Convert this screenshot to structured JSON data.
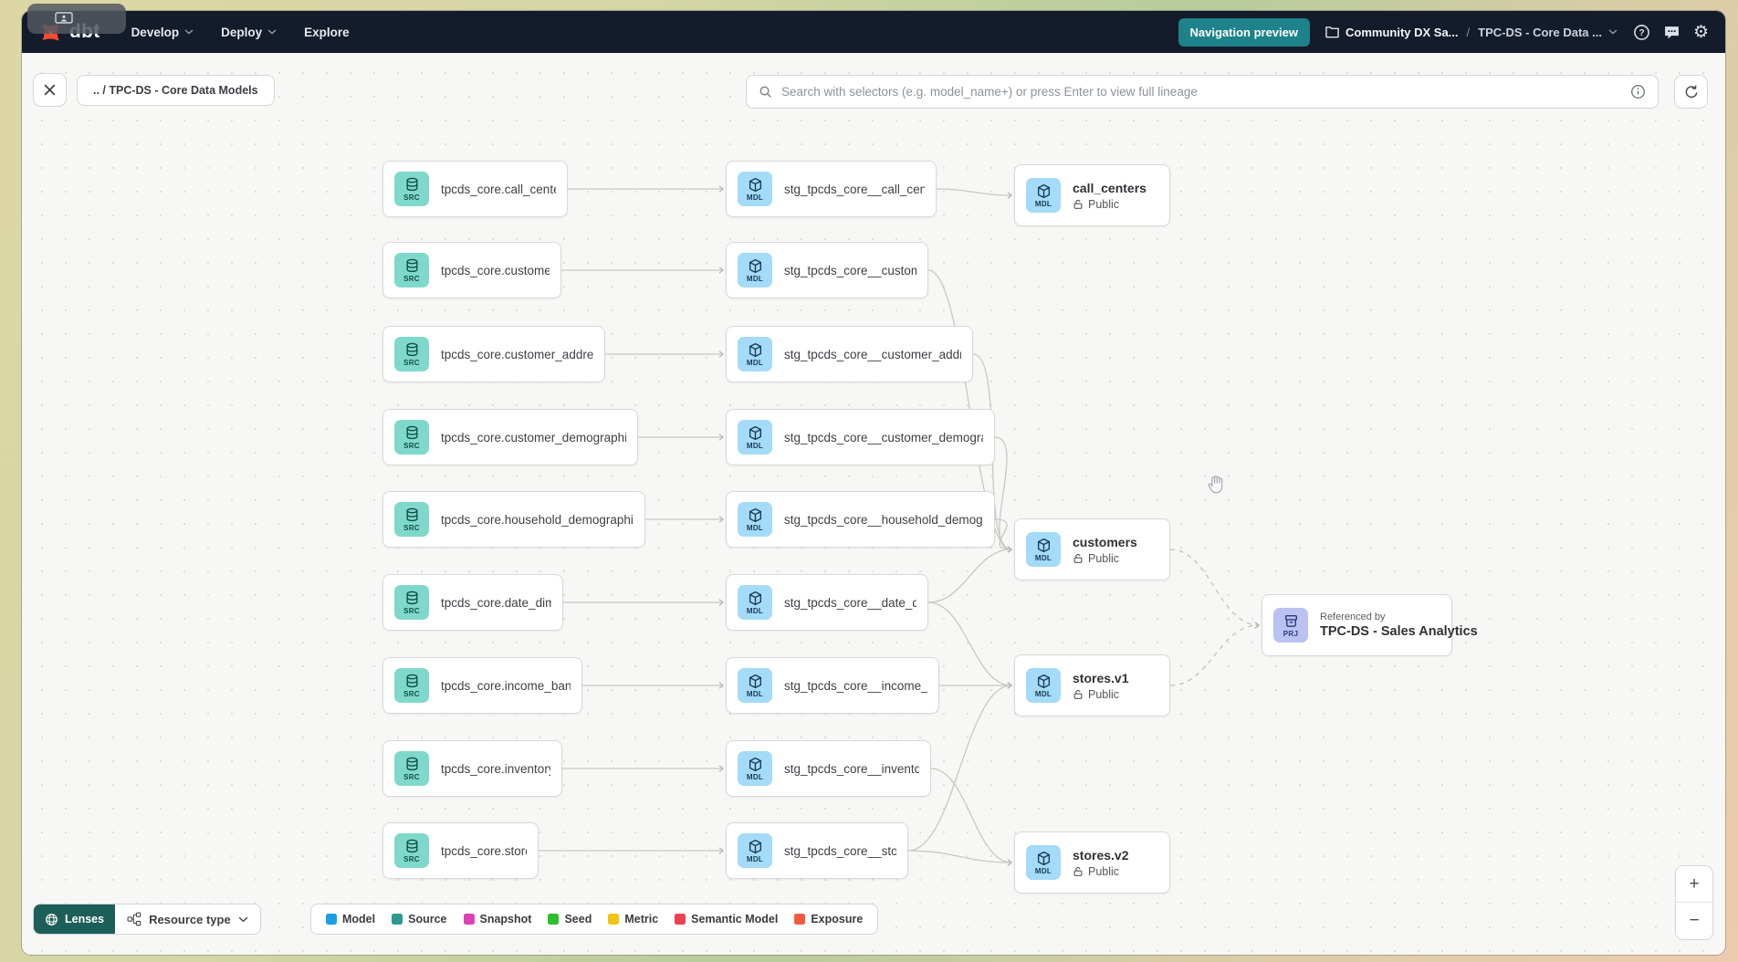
{
  "navbar": {
    "brand": "dbt",
    "menus": [
      {
        "label": "Develop",
        "chevron": true
      },
      {
        "label": "Deploy",
        "chevron": true
      },
      {
        "label": "Explore",
        "chevron": false
      }
    ],
    "preview_button": "Navigation preview",
    "breadcrumb": {
      "account": "Community DX Sa...",
      "separator": "/",
      "project": "TPC-DS - Core Data ..."
    }
  },
  "toolbar": {
    "path_chip": ".. / TPC-DS - Core Data Models",
    "search_placeholder": "Search with selectors (e.g. model_name+) or press Enter to view full lineage"
  },
  "graph": {
    "badges": {
      "source": "SRC",
      "model": "MDL",
      "project": "PRJ"
    },
    "nodes": [
      {
        "id": "src-0",
        "kind": "source",
        "label": "tpcds_core.call_center"
      },
      {
        "id": "src-1",
        "kind": "source",
        "label": "tpcds_core.customer"
      },
      {
        "id": "src-2",
        "kind": "source",
        "label": "tpcds_core.customer_address"
      },
      {
        "id": "src-3",
        "kind": "source",
        "label": "tpcds_core.customer_demographics"
      },
      {
        "id": "src-4",
        "kind": "source",
        "label": "tpcds_core.household_demographics"
      },
      {
        "id": "src-5",
        "kind": "source",
        "label": "tpcds_core.date_dim"
      },
      {
        "id": "src-6",
        "kind": "source",
        "label": "tpcds_core.income_band"
      },
      {
        "id": "src-7",
        "kind": "source",
        "label": "tpcds_core.inventory"
      },
      {
        "id": "src-8",
        "kind": "source",
        "label": "tpcds_core.store"
      },
      {
        "id": "stg-0",
        "kind": "model",
        "label": "stg_tpcds_core__call_center"
      },
      {
        "id": "stg-1",
        "kind": "model",
        "label": "stg_tpcds_core__customer"
      },
      {
        "id": "stg-2",
        "kind": "model",
        "label": "stg_tpcds_core__customer_address"
      },
      {
        "id": "stg-3",
        "kind": "model",
        "label": "stg_tpcds_core__customer_demogra..."
      },
      {
        "id": "stg-4",
        "kind": "model",
        "label": "stg_tpcds_core__household_demogr..."
      },
      {
        "id": "stg-5",
        "kind": "model",
        "label": "stg_tpcds_core__date_dim"
      },
      {
        "id": "stg-6",
        "kind": "model",
        "label": "stg_tpcds_core__income_band"
      },
      {
        "id": "stg-7",
        "kind": "model",
        "label": "stg_tpcds_core__inventory"
      },
      {
        "id": "stg-8",
        "kind": "model",
        "label": "stg_tpcds_core__store"
      },
      {
        "id": "pub-0",
        "kind": "model-public",
        "label": "call_centers",
        "sublabel": "Public"
      },
      {
        "id": "pub-1",
        "kind": "model-public",
        "label": "customers",
        "sublabel": "Public"
      },
      {
        "id": "pub-2",
        "kind": "model-public",
        "label": "stores.v1",
        "sublabel": "Public"
      },
      {
        "id": "pub-3",
        "kind": "model-public",
        "label": "stores.v2",
        "sublabel": "Public"
      },
      {
        "id": "prj-0",
        "kind": "project",
        "caption": "Referenced by",
        "label": "TPC-DS - Sales Analytics"
      }
    ],
    "edges": [
      {
        "from": "src-0",
        "to": "stg-0",
        "style": "solid"
      },
      {
        "from": "src-1",
        "to": "stg-1",
        "style": "solid"
      },
      {
        "from": "src-2",
        "to": "stg-2",
        "style": "solid"
      },
      {
        "from": "src-3",
        "to": "stg-3",
        "style": "solid"
      },
      {
        "from": "src-4",
        "to": "stg-4",
        "style": "solid"
      },
      {
        "from": "src-5",
        "to": "stg-5",
        "style": "solid"
      },
      {
        "from": "src-6",
        "to": "stg-6",
        "style": "solid"
      },
      {
        "from": "src-7",
        "to": "stg-7",
        "style": "solid"
      },
      {
        "from": "src-8",
        "to": "stg-8",
        "style": "solid"
      },
      {
        "from": "stg-0",
        "to": "pub-0",
        "style": "solid"
      },
      {
        "from": "stg-1",
        "to": "pub-1",
        "style": "solid"
      },
      {
        "from": "stg-2",
        "to": "pub-1",
        "style": "solid"
      },
      {
        "from": "stg-3",
        "to": "pub-1",
        "style": "solid"
      },
      {
        "from": "stg-4",
        "to": "pub-1",
        "style": "solid"
      },
      {
        "from": "stg-5",
        "to": "pub-1",
        "style": "solid"
      },
      {
        "from": "stg-5",
        "to": "pub-2",
        "style": "solid"
      },
      {
        "from": "stg-6",
        "to": "pub-2",
        "style": "solid"
      },
      {
        "from": "stg-8",
        "to": "pub-2",
        "style": "solid"
      },
      {
        "from": "stg-7",
        "to": "pub-3",
        "style": "solid"
      },
      {
        "from": "stg-8",
        "to": "pub-3",
        "style": "solid"
      },
      {
        "from": "pub-1",
        "to": "prj-0",
        "style": "dashed"
      },
      {
        "from": "pub-2",
        "to": "prj-0",
        "style": "dashed"
      }
    ]
  },
  "legend": {
    "lenses_label": "Lenses",
    "resource_type_label": "Resource type",
    "items": [
      {
        "label": "Model",
        "color": "#1d9ee3"
      },
      {
        "label": "Source",
        "color": "#2f9890"
      },
      {
        "label": "Snapshot",
        "color": "#e040b5"
      },
      {
        "label": "Seed",
        "color": "#2bc02c"
      },
      {
        "label": "Metric",
        "color": "#f2c411"
      },
      {
        "label": "Semantic Model",
        "color": "#ee404f"
      },
      {
        "label": "Exposure",
        "color": "#f25b3d"
      }
    ]
  },
  "zoom_controls": {
    "zoom_in": "+",
    "zoom_out": "−"
  },
  "colors": {
    "navbar_bg": "#141b2b",
    "accent_teal": "#1d828a",
    "lenses_teal": "#1c5f58",
    "source_badge_bg": "#7fd9cb",
    "model_badge_bg": "#a3dbf8",
    "project_badge_bg": "#b9c2f1",
    "brand_orange": "#ff4a2f"
  }
}
